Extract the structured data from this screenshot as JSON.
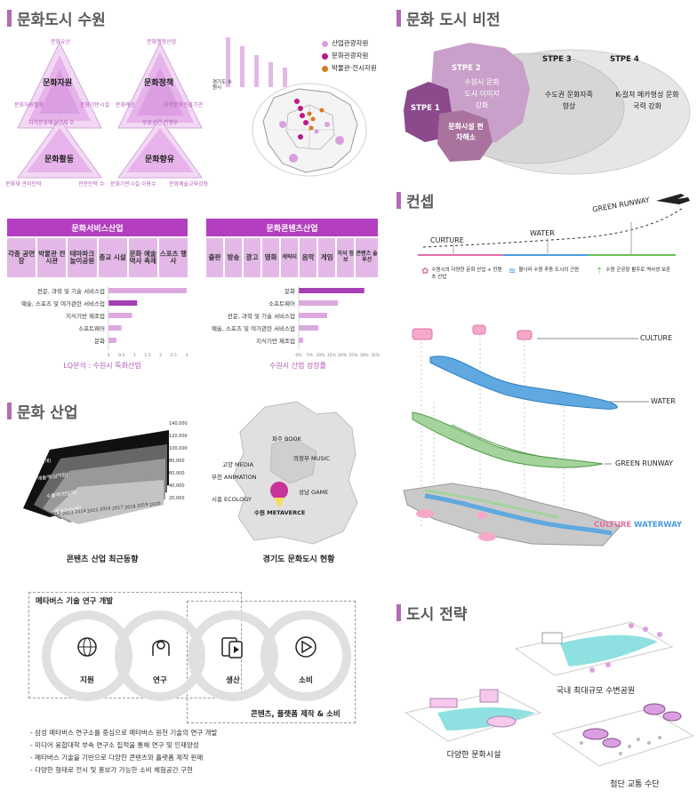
{
  "sections": {
    "resources": "문화도시 수원",
    "vision": "문화 도시 비전",
    "concept": "컨셉",
    "industry": "문화 산업",
    "strategy": "도시 전략"
  },
  "radars": [
    {
      "center": "문화자원",
      "top": "문화유산",
      "left": "문화자원활용",
      "right": "문화기반시설"
    },
    {
      "center": "문화정책",
      "top": "문화행정산업",
      "left": "문화예산",
      "right": "지역문화진흥기관"
    },
    {
      "center": "문화활동",
      "top": "지역문화예술단체 수",
      "left": "문화재 관리인력",
      "right": "전문인력 수"
    },
    {
      "center": "문화향유",
      "top": "무료공연 진행수",
      "left": "문화기반시설 이용수",
      "right": "문화예술교육강좌"
    }
  ],
  "map_legend": [
    {
      "label": "산업관광자원",
      "color": "#d9a0e0"
    },
    {
      "label": "문화관광자원",
      "color": "#c2148c"
    },
    {
      "label": "박물관·전시자원",
      "color": "#d97a1a"
    }
  ],
  "mini_bar_label": "경기도 수원시",
  "services": {
    "title": "문화서비스산업",
    "cells": [
      "각종 공연장",
      "박물관 전시관",
      "테마파크 놀이공원",
      "종교 시설",
      "문화 예술 역사 축제",
      "스포츠 행사"
    ]
  },
  "contents": {
    "title": "문화콘텐츠산업",
    "cells": [
      "출판",
      "방송",
      "광고",
      "영화",
      "캐릭터",
      "음악",
      "게임",
      "지식 정보",
      "콘텐츠 솔루션"
    ]
  },
  "chart_data": [
    {
      "type": "bar",
      "orientation": "horizontal",
      "title": "LQ분석 : 수원시 특화산업",
      "categories": [
        "전문, 과학 및 기술 서비스업",
        "예술, 스포츠 및 여가관련 서비스업",
        "지식기반 제조업",
        "소프트웨어",
        "문화"
      ],
      "values": [
        3.0,
        1.1,
        0.9,
        0.5,
        0.3
      ],
      "highlight": [
        false,
        true,
        false,
        false,
        false
      ],
      "xlim": [
        0,
        3
      ],
      "xticks": [
        "0",
        "0.5",
        "1",
        "1.5",
        "2",
        "2.5",
        "3"
      ]
    },
    {
      "type": "bar",
      "orientation": "horizontal",
      "title": "수원시 산업 성장률",
      "categories": [
        "문화",
        "소프트웨어",
        "전문, 과학 및 기술 서비스업",
        "예술, 스포츠 및 여가관련 서비스업",
        "지식기반 제조업"
      ],
      "values": [
        30,
        18,
        13,
        9,
        2
      ],
      "highlight": [
        true,
        false,
        false,
        false,
        false
      ],
      "xlim": [
        0,
        35
      ],
      "xticks": [
        "0%",
        "5%",
        "10%",
        "15%",
        "20%",
        "25%",
        "30%",
        "35%"
      ]
    }
  ],
  "vision": {
    "s1": {
      "title": "STPE 1",
      "text": "문화시설 편차해소"
    },
    "s2": {
      "title": "STPE 2",
      "text": "수원시 문화도시 이미지 강화"
    },
    "s3": {
      "title": "STPE 3",
      "text": "수도권 문화자족 향상"
    },
    "s4": {
      "title": "STPE 4",
      "text": "K-컬쳐 메카형성 문화국력 강화"
    }
  },
  "concept": {
    "timeline": {
      "a": "CURTURE",
      "b": "WATER",
      "c": "GREEN RUNWAY"
    },
    "desc": [
      {
        "text": "수원시의 다양한 문화 산업 + 컨텐츠 산업",
        "color": "#e36fa8"
      },
      {
        "text": "물나라 수원 추동 도시의 근원",
        "color": "#4a9be0"
      },
      {
        "text": "수원 군공항 활주로 역사성 보존",
        "color": "#6cbf5a"
      }
    ],
    "layers": {
      "culture": "CULTURE",
      "water": "WATER",
      "green": "GREEN RUNWAY"
    },
    "final": {
      "a": "CULTURE",
      "b": "WATERWAY"
    }
  },
  "industry": {
    "chart_caption": "콘텐츠 산업 최근동향",
    "area_labels": [
      "사업체수(개)",
      "매출액(십억원)",
      "수출액(천달러)",
      "종사자수(명)"
    ],
    "years": [
      "2012",
      "2013",
      "2014",
      "2015",
      "2016",
      "2017",
      "2018",
      "2019",
      "2020"
    ],
    "yticks": [
      "20,000",
      "40,000",
      "60,000",
      "80,000",
      "100,000",
      "120,000",
      "140,000"
    ],
    "map_caption": "경기도 문화도시 현황",
    "cities": [
      {
        "label": "파주 BOOK"
      },
      {
        "label": "의정부 MUSIC"
      },
      {
        "label": "고양 MEDIA"
      },
      {
        "label": "부천 ANIMATION"
      },
      {
        "label": "성남 GAME"
      },
      {
        "label": "시흥 ECOLOGY"
      },
      {
        "label": "수원 METAVERCE"
      }
    ]
  },
  "metaverse": {
    "title": "메타버스 기술 연구 개발",
    "circles": [
      "지원",
      "연구",
      "생산",
      "소비"
    ],
    "box2": "콘텐츠, 플랫폼 제작 & 소비",
    "bullets": [
      "- 삼성 메타버스 연구소를 중심으로 메타버스 원천 기술의 연구 개발",
      "- 미디어 융합대학 부속 연구소 집적을 통해 연구 및 인재양성",
      "- 메타버스 기술을 기반으로 다양한 콘텐츠와 플랫폼 제작 판매",
      "- 다양한 형태로 전시 및 홍보가 가능한 소비 체험공간 구현"
    ]
  },
  "strategy": {
    "c1": "국내 최대규모 수변공원",
    "c2": "다양한 문화시설",
    "c3": "첨단 교통 수단"
  }
}
